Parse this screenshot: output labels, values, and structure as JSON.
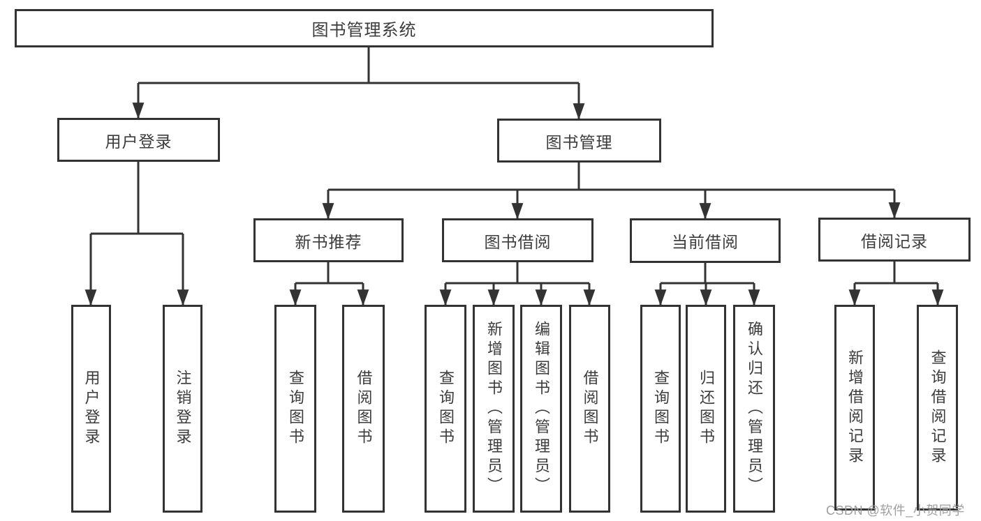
{
  "diagram": {
    "root": "图书管理系统",
    "level1": {
      "user_login": "用户登录",
      "book_mgmt": "图书管理"
    },
    "level2": {
      "new_book_rec": "新书推荐",
      "book_borrow": "图书借阅",
      "current_borrow": "当前借阅",
      "borrow_record": "借阅记录"
    },
    "leaves": {
      "user_login": [
        "用户登录",
        "注销登录"
      ],
      "new_book_rec": [
        "查询图书",
        "借阅图书"
      ],
      "book_borrow": [
        "查询图书",
        "新增图书（管理员）",
        "编辑图书（管理员）",
        "借阅图书"
      ],
      "current_borrow": [
        "查询图书",
        "归还图书",
        "确认归还（管理员）"
      ],
      "borrow_record": [
        "新增借阅记录",
        "查询借阅记录"
      ]
    }
  },
  "watermark": "CSDN @软件_小贺同学",
  "colors": {
    "line": "#333333",
    "text": "#3c3c3c",
    "watermark": "#9e9e9e",
    "background": "#ffffff"
  }
}
